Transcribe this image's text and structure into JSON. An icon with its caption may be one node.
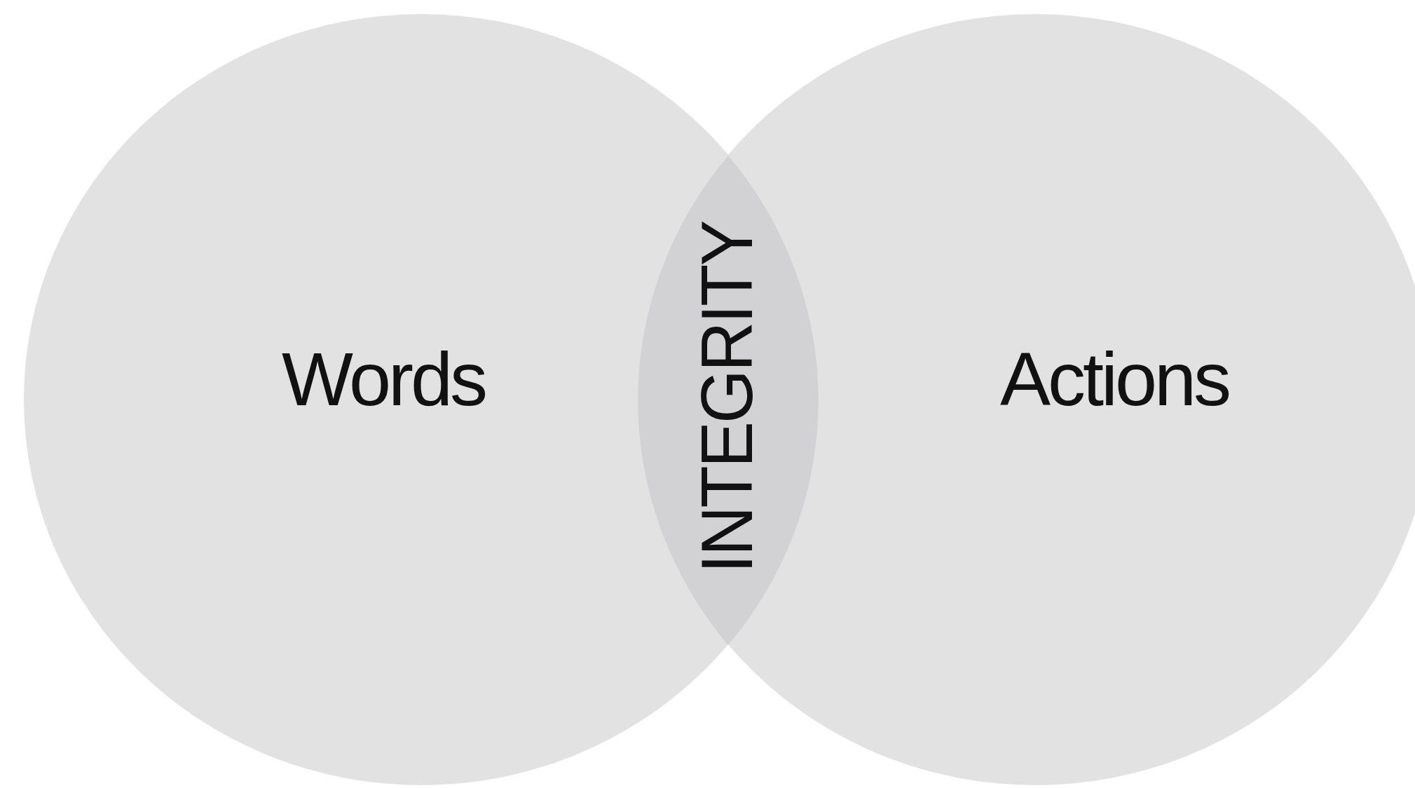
{
  "diagram": {
    "nodes": [
      {
        "text": [
          "Words"
        ]
      },
      {
        "text": [
          "Actions"
        ]
      },
      {
        "text": [
          "INTEGRITY"
        ]
      }
    ]
  }
}
